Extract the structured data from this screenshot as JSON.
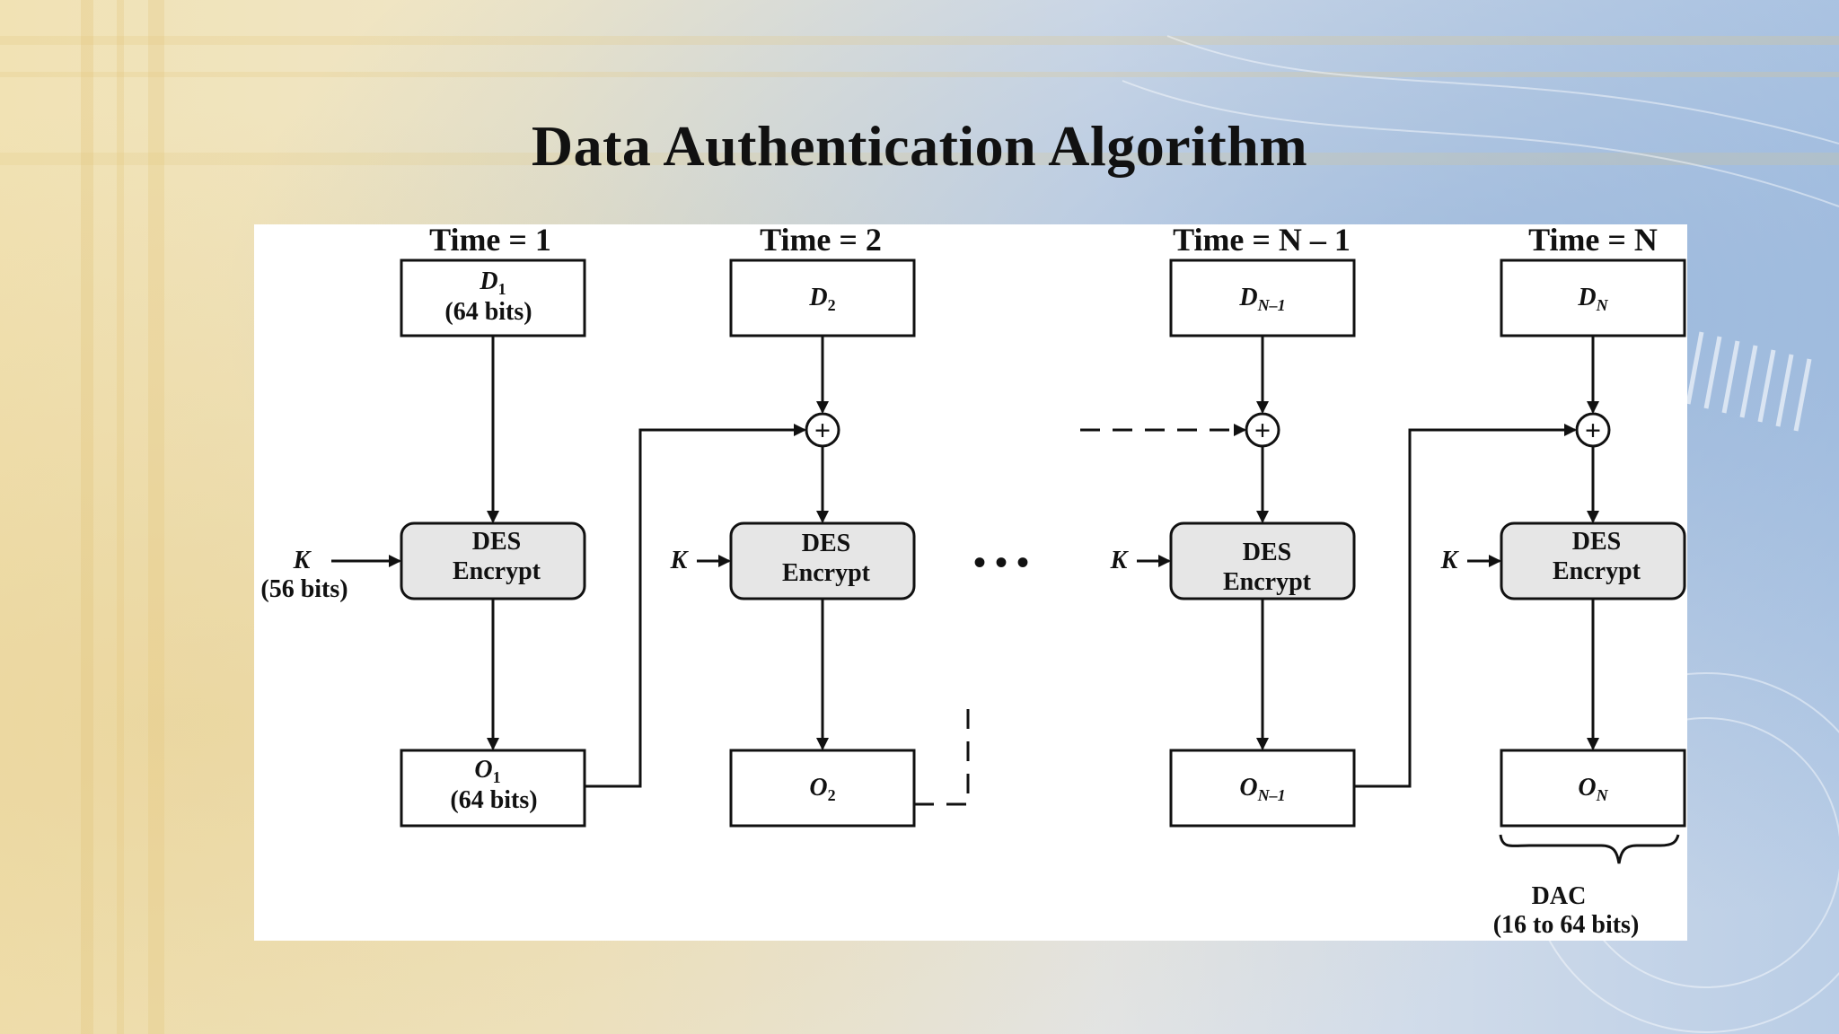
{
  "slide": {
    "title": "Data Authentication Algorithm"
  },
  "columns": [
    {
      "time_label": "Time = 1",
      "data_main": "D",
      "data_sub": "1",
      "data_bits": "(64 bits)",
      "output_main": "O",
      "output_sub": "1",
      "output_bits": "(64 bits)"
    },
    {
      "time_label": "Time = 2",
      "data_main": "D",
      "data_sub": "2",
      "data_bits": "",
      "output_main": "O",
      "output_sub": "2",
      "output_bits": ""
    },
    {
      "time_label": "Time = N – 1",
      "data_main": "D",
      "data_sub": "N–1",
      "data_bits": "",
      "output_main": "O",
      "output_sub": "N–1",
      "output_bits": ""
    },
    {
      "time_label": "Time = N",
      "data_main": "D",
      "data_sub": "N",
      "data_bits": "",
      "output_main": "O",
      "output_sub": "N",
      "output_bits": ""
    }
  ],
  "encrypt": {
    "line1": "DES",
    "line2": "Encrypt"
  },
  "xor_symbol": "+",
  "key": {
    "label": "K",
    "bits": "(56 bits)"
  },
  "ellipsis": "•   •   •",
  "dac": {
    "label": "DAC",
    "bits": "(16 to 64 bits)"
  },
  "colors": {
    "box_fill": "#ffffff",
    "encrypt_fill": "#e6e6e6",
    "stroke": "#111111",
    "title": "#111111"
  }
}
